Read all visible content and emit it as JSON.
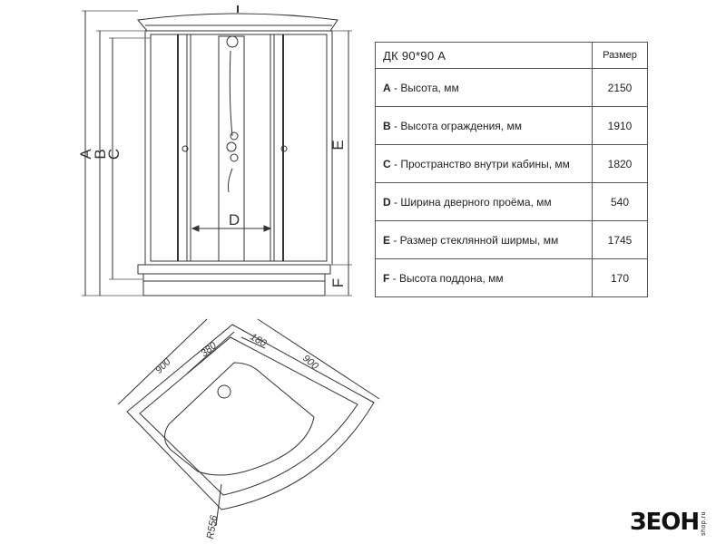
{
  "elevation": {
    "dimension_letters": {
      "A": "A",
      "B": "B",
      "C": "C",
      "D": "D",
      "E": "E",
      "F": "F"
    }
  },
  "table": {
    "title": "ДК  90*90 А",
    "header_value": "Размер",
    "rows": [
      {
        "code": "A",
        "label": " - Высота, мм",
        "value": "2150"
      },
      {
        "code": "B",
        "label": " - Высота ограждения, мм",
        "value": "1910"
      },
      {
        "code": "C",
        "label": " - Пространство внутри кабины, мм",
        "value": "1820"
      },
      {
        "code": "D",
        "label": " - Ширина дверного проёма, мм",
        "value": "540"
      },
      {
        "code": "E",
        "label": " - Размер стеклянной ширмы, мм",
        "value": "1745"
      },
      {
        "code": "F",
        "label": " - Высота поддона, мм",
        "value": "170"
      }
    ]
  },
  "plan": {
    "dims": {
      "side_left": "900",
      "side_right": "900",
      "door": "380",
      "corner": "180",
      "radius": "R556"
    }
  },
  "brand": {
    "logo": "ЗЕОН",
    "sub": "shop.ru"
  }
}
